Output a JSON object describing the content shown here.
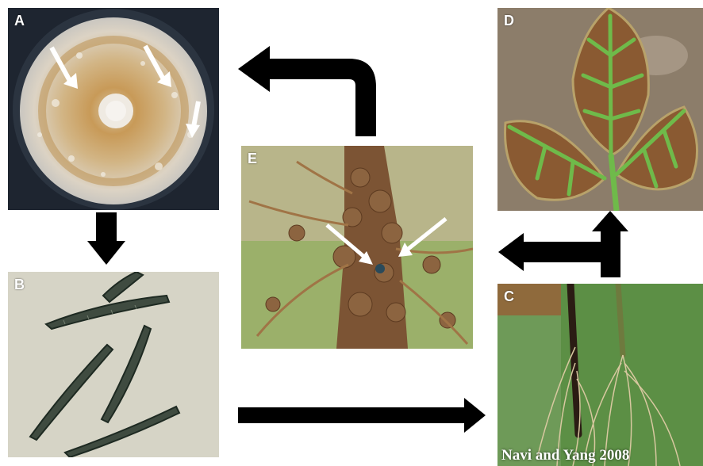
{
  "panels": {
    "a": {
      "label": "A",
      "content": "petri-dish-colony-photo"
    },
    "b": {
      "label": "B",
      "content": "macroconidia-micrograph"
    },
    "c": {
      "label": "C",
      "content": "infected-roots-photo"
    },
    "d": {
      "label": "D",
      "content": "interveinal-chlorosis-leaves-photo"
    },
    "e": {
      "label": "E",
      "content": "root-nodules-photo"
    }
  },
  "credit": "Navi and Yang 2008",
  "colors": {
    "arrow": "#000000",
    "background": "#ffffff",
    "label": "#ffffff"
  },
  "arrows": [
    {
      "from": "a",
      "to": "b"
    },
    {
      "from": "b",
      "to": "c"
    },
    {
      "from": "c",
      "to": "d"
    },
    {
      "from": "c",
      "to": "e"
    },
    {
      "from": "e",
      "to": "a"
    }
  ]
}
